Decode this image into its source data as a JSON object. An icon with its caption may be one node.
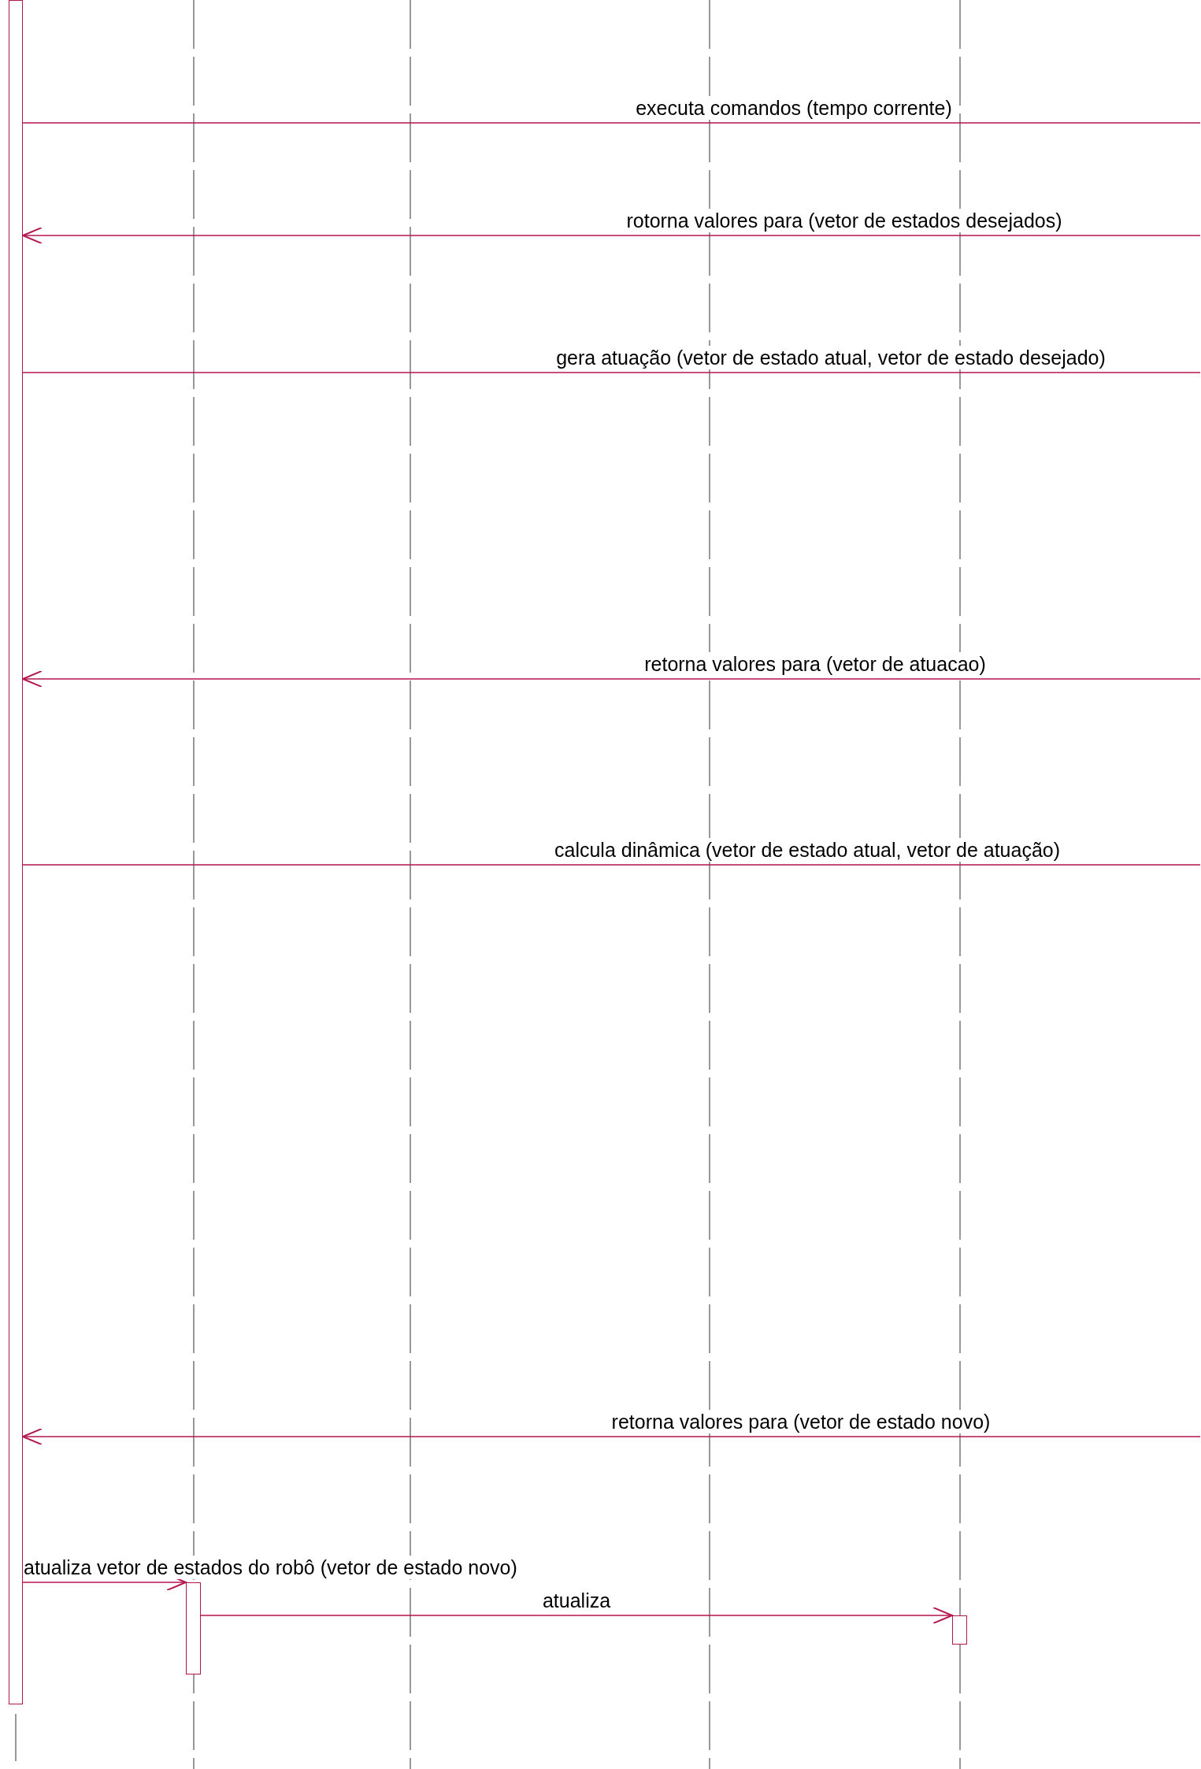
{
  "diagram": {
    "nodes": [
      {
        "text": [],
        "shape": "bar"
      },
      {
        "text": [],
        "shape": "bar"
      },
      {
        "text": [],
        "shape": "bar"
      }
    ],
    "edges": [
      {
        "from": 0,
        "to": null,
        "arrow": "none",
        "label": "executa comandos (tempo corrente)"
      },
      {
        "from": null,
        "to": 0,
        "arrow": "to",
        "label": "rotorna valores para (vetor de estados desejados)"
      },
      {
        "from": 0,
        "to": null,
        "arrow": "none",
        "label": "gera atuação (vetor de estado atual, vetor de estado desejado)"
      },
      {
        "from": null,
        "to": 0,
        "arrow": "to",
        "label": "retorna valores para (vetor de atuacao)"
      },
      {
        "from": 0,
        "to": null,
        "arrow": "none",
        "label": "calcula dinâmica (vetor de estado atual, vetor de atuação)"
      },
      {
        "from": null,
        "to": 0,
        "arrow": "to",
        "label": "retorna valores para (vetor de estado novo)"
      },
      {
        "from": 0,
        "to": 1,
        "arrow": "to",
        "label": "atualiza vetor de estados do robô (vetor de estado novo)"
      },
      {
        "from": 1,
        "to": 2,
        "arrow": "to",
        "label": "atualiza"
      }
    ]
  }
}
